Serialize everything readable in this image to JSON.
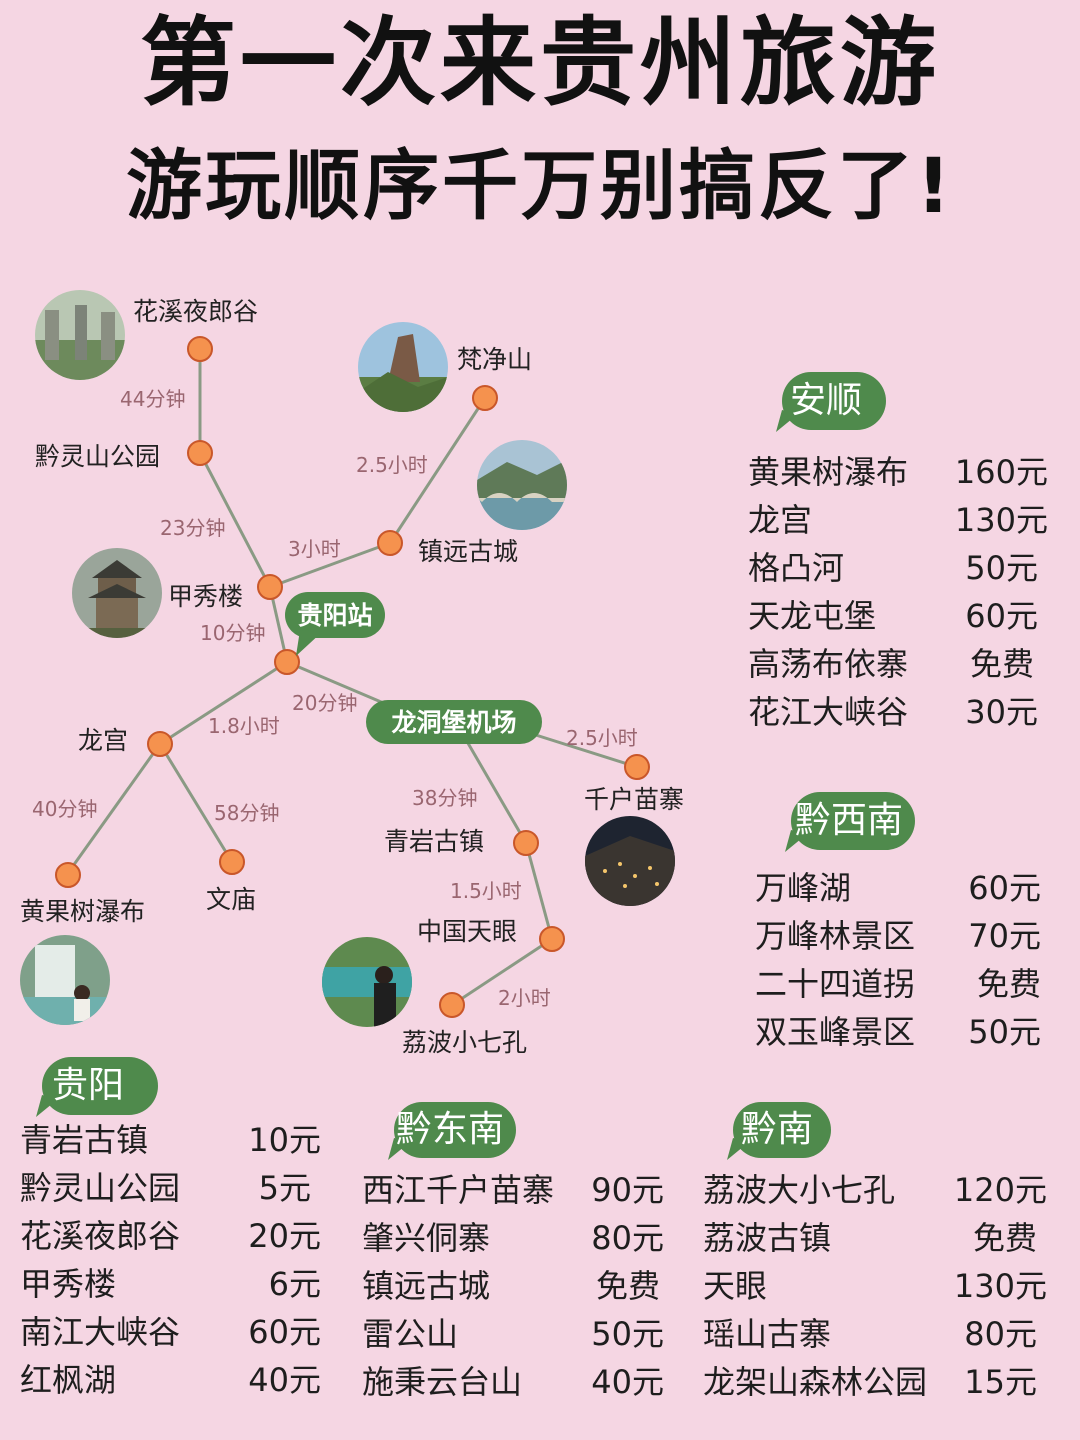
{
  "title": {
    "line1": "第一次来贵州旅游",
    "line2": "游玩顺序千万别搞反了!"
  },
  "map": {
    "hub_station": "贵阳站",
    "hub_airport": "龙洞堡机场",
    "nodes": {
      "huaxi": "花溪夜郎谷",
      "qianling": "黔灵山公园",
      "jiaxiu": "甲秀楼",
      "fanjing": "梵净山",
      "zhenyuan": "镇远古城",
      "longgong": "龙宫",
      "huangguoshu": "黄果树瀑布",
      "wenmiao": "文庙",
      "qingyan": "青岩古镇",
      "qianhu": "千户苗寨",
      "tianyan": "中国天眼",
      "libo": "荔波小七孔"
    },
    "durations": {
      "huaxi_qianling": "44分钟",
      "qianling_jiaxiu": "23分钟",
      "jiaxiu_zhenyuan": "3小时",
      "zhenyuan_fanjing": "2.5小时",
      "jiaxiu_station": "10分钟",
      "station_longgong": "1.8小时",
      "station_airport": "20分钟",
      "longgong_huangguoshu": "40分钟",
      "longgong_wenmiao": "58分钟",
      "airport_qianhu": "2.5小时",
      "airport_qingyan": "38分钟",
      "qingyan_tianyan": "1.5小时",
      "tianyan_libo": "2小时"
    }
  },
  "regions": {
    "anshun": {
      "name": "安顺",
      "items": [
        {
          "name": "黄果树瀑布",
          "price": "160元"
        },
        {
          "name": "龙宫",
          "price": "130元"
        },
        {
          "name": "格凸河",
          "price": "50元"
        },
        {
          "name": "天龙屯堡",
          "price": "60元"
        },
        {
          "name": "高荡布依寨",
          "price": "免费"
        },
        {
          "name": "花江大峡谷",
          "price": "30元"
        }
      ]
    },
    "qianxinan": {
      "name": "黔西南",
      "items": [
        {
          "name": "万峰湖",
          "price": "60元"
        },
        {
          "name": "万峰林景区",
          "price": "70元"
        },
        {
          "name": "二十四道拐",
          "price": "免费"
        },
        {
          "name": "双玉峰景区",
          "price": "50元"
        }
      ]
    },
    "guiyang": {
      "name": "贵阳",
      "items": [
        {
          "name": "青岩古镇",
          "price": "10元"
        },
        {
          "name": "黔灵山公园",
          "price": "5元"
        },
        {
          "name": "花溪夜郎谷",
          "price": "20元"
        },
        {
          "name": "甲秀楼",
          "price": "6元"
        },
        {
          "name": "南江大峡谷",
          "price": "60元"
        },
        {
          "name": "红枫湖",
          "price": "40元"
        }
      ]
    },
    "qiandongnan": {
      "name": "黔东南",
      "items": [
        {
          "name": "西江千户苗寨",
          "price": "90元"
        },
        {
          "name": "肇兴侗寨",
          "price": "80元"
        },
        {
          "name": "镇远古城",
          "price": "免费"
        },
        {
          "name": "雷公山",
          "price": "50元"
        },
        {
          "name": "施秉云台山",
          "price": "40元"
        }
      ]
    },
    "qiannan": {
      "name": "黔南",
      "items": [
        {
          "name": "荔波大小七孔",
          "price": "120元"
        },
        {
          "name": "荔波古镇",
          "price": "免费"
        },
        {
          "name": "天眼",
          "price": "130元"
        },
        {
          "name": "瑶山古寨",
          "price": "80元"
        },
        {
          "name": "龙架山森林公园",
          "price": "15元"
        }
      ]
    }
  },
  "colors": {
    "background": "#f5d6e3",
    "dot": "#f5924e",
    "line": "#8a9a84",
    "tag_green": "#4f8a4c",
    "duration_text": "#9a6670"
  },
  "icons": {
    "huaxi": "karst-valley-photo",
    "fanjing": "mountain-photo",
    "zhenyuan": "ancient-town-bridge-photo",
    "jiaxiu": "pavilion-photo",
    "qianhu": "miao-village-night-photo",
    "huangguoshu": "waterfall-photo",
    "libo": "river-photo"
  }
}
